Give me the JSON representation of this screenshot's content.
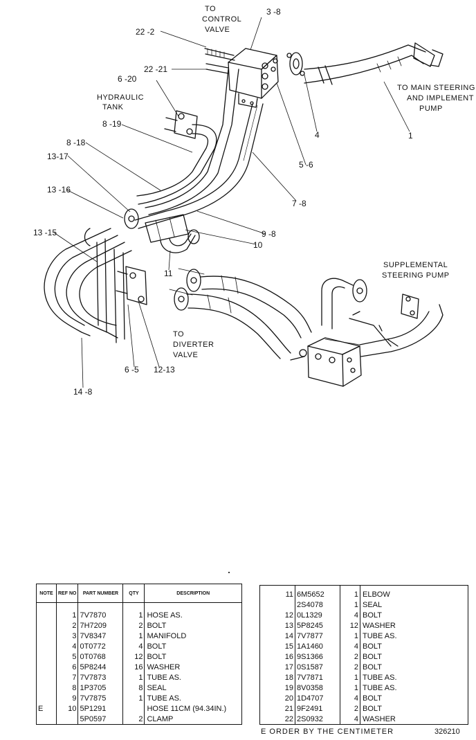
{
  "callouts": {
    "c_3_8": "3 -8",
    "c_22_2": "22 -2",
    "c_22_21": "22 -21",
    "c_6_20": "6 -20",
    "c_8_19": "8 -19",
    "c_8_18": "8 -18",
    "c_13_17": "13-17",
    "c_13_16": "13 -16",
    "c_13_15": "13 -15",
    "c_4": "4",
    "c_1": "1",
    "c_5_6": "5 -6",
    "c_7_8": "7 -8",
    "c_9_8": "9 -8",
    "c_10": "10",
    "c_11": "11",
    "c_6_5": "6 -5",
    "c_12_13": "12-13",
    "c_14_8": "14 -8"
  },
  "labels": {
    "to_control_valve": [
      "TO",
      "CONTROL",
      "VALVE"
    ],
    "hydraulic_tank": [
      "HYDRAULIC",
      "TANK"
    ],
    "main_steering_pump": [
      "TO MAIN STEERING",
      "AND IMPLEMENT",
      "PUMP"
    ],
    "supplemental_pump": [
      "SUPPLEMENTAL",
      "STEERING PUMP"
    ],
    "to_diverter_valve": [
      "TO",
      "DIVERTER",
      "VALVE"
    ]
  },
  "table_left": {
    "headers": {
      "note": "NOTE",
      "ref": "REF NO",
      "part": "PART NUMBER",
      "qty": "QTY",
      "desc": "DESCRIPTION"
    },
    "rows": [
      {
        "note": "",
        "ref": "1",
        "part": "7V7870",
        "qty": "1",
        "desc": "HOSE AS."
      },
      {
        "note": "",
        "ref": "2",
        "part": "7H7209",
        "qty": "2",
        "desc": "BOLT"
      },
      {
        "note": "",
        "ref": "3",
        "part": "7V8347",
        "qty": "1",
        "desc": "MANIFOLD"
      },
      {
        "note": "",
        "ref": "4",
        "part": "0T0772",
        "qty": "4",
        "desc": "BOLT"
      },
      {
        "note": "",
        "ref": "5",
        "part": "0T0768",
        "qty": "12",
        "desc": "BOLT"
      },
      {
        "note": "",
        "ref": "6",
        "part": "5P8244",
        "qty": "16",
        "desc": "WASHER"
      },
      {
        "note": "",
        "ref": "7",
        "part": "7V7873",
        "qty": "1",
        "desc": "TUBE AS."
      },
      {
        "note": "",
        "ref": "8",
        "part": "1P3705",
        "qty": "8",
        "desc": "SEAL"
      },
      {
        "note": "",
        "ref": "9",
        "part": "7V7875",
        "qty": "1",
        "desc": "TUBE AS."
      },
      {
        "note": "E",
        "ref": "10",
        "part": "5P1291",
        "qty": "",
        "desc": "HOSE  11CM  (94.34IN.)"
      },
      {
        "note": "",
        "ref": "",
        "part": "5P0597",
        "qty": "2",
        "desc": "CLAMP"
      }
    ]
  },
  "table_right": {
    "rows": [
      {
        "ref": "11",
        "part": "6M5652",
        "qty": "1",
        "desc": "ELBOW"
      },
      {
        "ref": "",
        "part": "2S4078",
        "qty": "1",
        "desc": "SEAL"
      },
      {
        "ref": "12",
        "part": "0L1329",
        "qty": "4",
        "desc": "BOLT"
      },
      {
        "ref": "13",
        "part": "5P8245",
        "qty": "12",
        "desc": "WASHER"
      },
      {
        "ref": "14",
        "part": "7V7877",
        "qty": "1",
        "desc": "TUBE AS."
      },
      {
        "ref": "15",
        "part": "1A1460",
        "qty": "4",
        "desc": "BOLT"
      },
      {
        "ref": "16",
        "part": "9S1366",
        "qty": "2",
        "desc": "BOLT"
      },
      {
        "ref": "17",
        "part": "0S1587",
        "qty": "2",
        "desc": "BOLT"
      },
      {
        "ref": "18",
        "part": "7V7871",
        "qty": "1",
        "desc": "TUBE AS."
      },
      {
        "ref": "19",
        "part": "8V0358",
        "qty": "1",
        "desc": "TUBE AS."
      },
      {
        "ref": "20",
        "part": "1D4707",
        "qty": "4",
        "desc": "BOLT"
      },
      {
        "ref": "21",
        "part": "9F2491",
        "qty": "2",
        "desc": "BOLT"
      },
      {
        "ref": "22",
        "part": "2S0932",
        "qty": "4",
        "desc": "WASHER"
      }
    ]
  },
  "footnote": "E    ORDER  BY  THE  CENTIMETER",
  "figure_number": "326210"
}
